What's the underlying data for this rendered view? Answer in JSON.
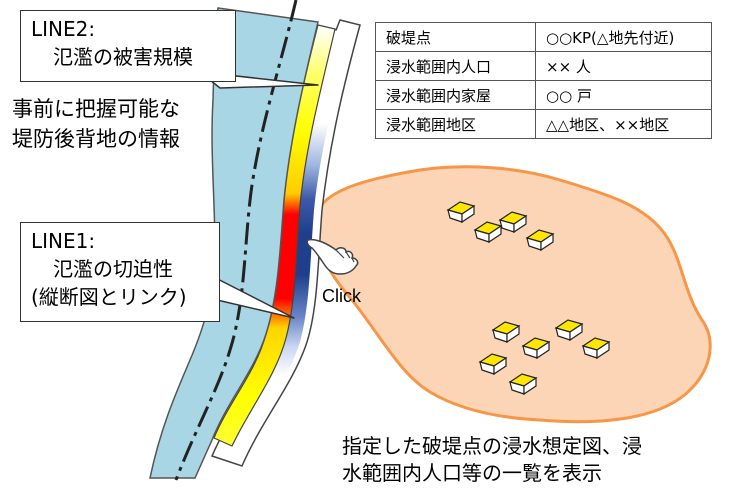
{
  "line2": {
    "title": "LINE2:",
    "subtitle": "氾濫の被害規模"
  },
  "line1": {
    "title": "LINE1:",
    "subtitle": "氾濫の切迫性",
    "note": "(縦断図とリンク)"
  },
  "side_text": [
    "事前に把握可能な",
    "堤防後背地の情報"
  ],
  "info_table": [
    {
      "label": "破堤点",
      "value": "○○KP(△地先付近)"
    },
    {
      "label": "浸水範囲内人口",
      "value": "×× 人"
    },
    {
      "label": "浸水範囲内家屋",
      "value": "○○ 戸"
    },
    {
      "label": "浸水範囲地区",
      "value": "△△地区、××地区"
    }
  ],
  "click_label": "Click",
  "bottom_text": [
    "指定した破堤点の浸水想定図、浸",
    "水範囲内人口等の一覧を表示"
  ],
  "colors": {
    "river": "#a9d6e5",
    "flood_area": "#fbd5b5",
    "flood_border": "#f79646",
    "danger_high": "#ff0000",
    "danger_mid": "#ffff00",
    "damage_high": "#1f3f8c",
    "house_roof": "#ffe600"
  },
  "icons": [
    "pointer-hand-icon",
    "house-icon"
  ]
}
